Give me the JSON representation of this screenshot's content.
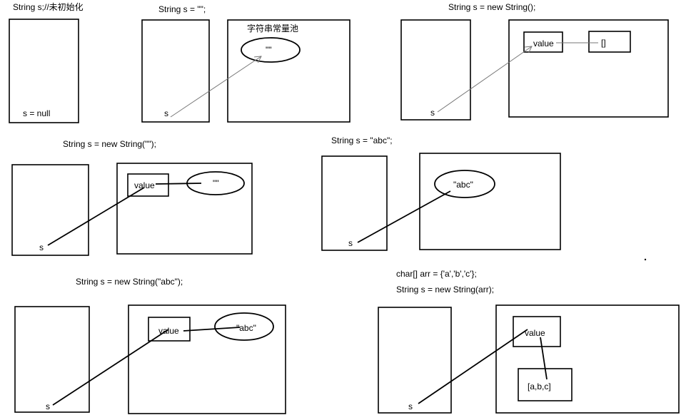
{
  "diagrams": {
    "uninitialized": {
      "title": "String s;//未初始化",
      "var_text": "s = null"
    },
    "empty_literal": {
      "title": "String s = \"\";",
      "pool_label": "字符串常量池",
      "literal": "\"\"",
      "var": "s"
    },
    "new_no_arg": {
      "title": "String s = new String();",
      "value": "value",
      "array": "[]",
      "var": "s"
    },
    "new_empty_arg": {
      "title": "String s = new String(\"\");",
      "value": "value",
      "literal": "\"\"",
      "var": "s"
    },
    "abc_literal": {
      "title": "String s = \"abc\";",
      "literal": "\"abc\"",
      "var": "s"
    },
    "new_abc": {
      "title": "String s = new String(\"abc\");",
      "value": "value",
      "literal": "\"abc\"",
      "var": "s"
    },
    "new_char_array": {
      "title_line1": "char[] arr = {'a','b','c'};",
      "title_line2": "String s = new String(arr);",
      "value": "value",
      "array": "[a,b,c]",
      "var": "s"
    }
  }
}
